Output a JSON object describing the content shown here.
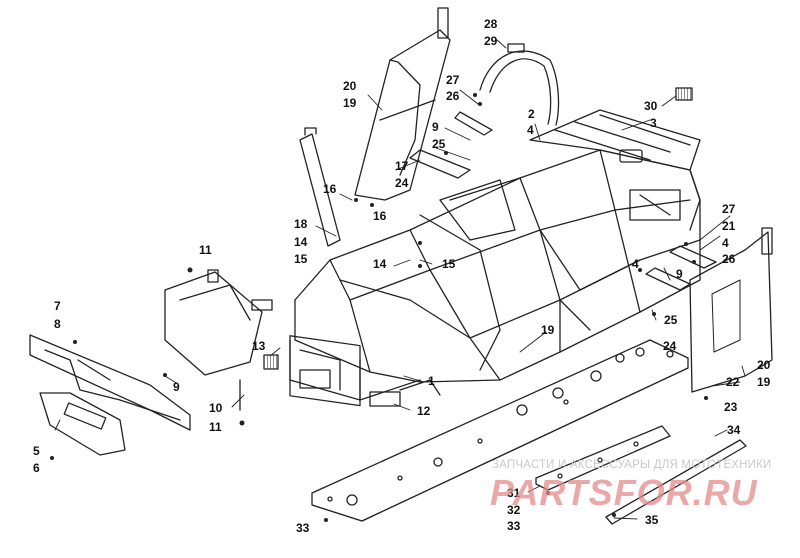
{
  "callouts": [
    {
      "id": "28",
      "text": "28"
    },
    {
      "id": "29",
      "text": "29"
    },
    {
      "id": "20a",
      "text": "20"
    },
    {
      "id": "19a",
      "text": "19"
    },
    {
      "id": "27a",
      "text": "27"
    },
    {
      "id": "26a",
      "text": "26"
    },
    {
      "id": "30",
      "text": "30"
    },
    {
      "id": "3",
      "text": "3"
    },
    {
      "id": "2",
      "text": "2"
    },
    {
      "id": "4a",
      "text": "4"
    },
    {
      "id": "9a",
      "text": "9"
    },
    {
      "id": "25a",
      "text": "25"
    },
    {
      "id": "17",
      "text": "17"
    },
    {
      "id": "24a",
      "text": "24"
    },
    {
      "id": "16a",
      "text": "16"
    },
    {
      "id": "16b",
      "text": "16"
    },
    {
      "id": "18",
      "text": "18"
    },
    {
      "id": "14a",
      "text": "14"
    },
    {
      "id": "15a",
      "text": "15"
    },
    {
      "id": "14b",
      "text": "14"
    },
    {
      "id": "15b",
      "text": "15"
    },
    {
      "id": "11a",
      "text": "11"
    },
    {
      "id": "27b",
      "text": "27"
    },
    {
      "id": "21",
      "text": "21"
    },
    {
      "id": "4b",
      "text": "4"
    },
    {
      "id": "26b",
      "text": "26"
    },
    {
      "id": "4c",
      "text": "4"
    },
    {
      "id": "9b",
      "text": "9"
    },
    {
      "id": "7",
      "text": "7"
    },
    {
      "id": "8",
      "text": "8"
    },
    {
      "id": "25b",
      "text": "25"
    },
    {
      "id": "19b",
      "text": "19"
    },
    {
      "id": "24b",
      "text": "24"
    },
    {
      "id": "13",
      "text": "13"
    },
    {
      "id": "9c",
      "text": "9"
    },
    {
      "id": "20b",
      "text": "20"
    },
    {
      "id": "22",
      "text": "22"
    },
    {
      "id": "19c",
      "text": "19"
    },
    {
      "id": "1",
      "text": "1"
    },
    {
      "id": "23",
      "text": "23"
    },
    {
      "id": "10",
      "text": "10"
    },
    {
      "id": "12",
      "text": "12"
    },
    {
      "id": "11b",
      "text": "11"
    },
    {
      "id": "5",
      "text": "5"
    },
    {
      "id": "6",
      "text": "6"
    },
    {
      "id": "34",
      "text": "34"
    },
    {
      "id": "31",
      "text": "31"
    },
    {
      "id": "32",
      "text": "32"
    },
    {
      "id": "33a",
      "text": "33"
    },
    {
      "id": "33b",
      "text": "33"
    },
    {
      "id": "35",
      "text": "35"
    }
  ],
  "watermark": {
    "caption": "ЗАПЧАСТИ И АКСЕССУАРЫ ДЛЯ МОТОТЕХНИКИ",
    "logo": "PARTSFOR.RU"
  }
}
